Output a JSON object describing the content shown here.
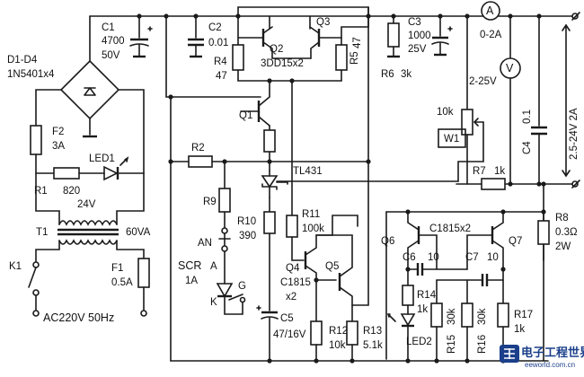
{
  "labels": {
    "c1": "C1",
    "c1_val": "4700",
    "c1_volt": "50V",
    "diodes": "D1-D4",
    "diodes_val": "1N5401x4",
    "c2": "C2",
    "c2_val": "0.01",
    "r4": "R4",
    "r4_val": "47",
    "q2": "Q2",
    "q3": "Q3",
    "q23_part": "3DD15x2",
    "r5": "R5",
    "r5_val": "47",
    "c3": "C3",
    "c3_val": "1000",
    "c3_volt": "25V",
    "r6": "R6",
    "r6_val": "3k",
    "ammeter": "A",
    "ammeter_range": "0-2A",
    "voltmeter": "V",
    "voltmeter_range": "2-25V",
    "f2": "F2",
    "f2_val": "3A",
    "led1": "LED1",
    "r1": "R1",
    "r1_val": "820",
    "q1": "Q1",
    "r2": "R2",
    "w1_val": "10k",
    "w1": "W1",
    "c4": "C4",
    "c4_val": "0.1",
    "out_range": "2.5-24V  2A",
    "tl431": "TL431",
    "r7": "R7",
    "r7_val": "1k",
    "sec_volt": "24V",
    "t1": "T1",
    "t1_val": "60VA",
    "r9": "R9",
    "r10": "R10",
    "r10_val": "390",
    "r11": "R11",
    "r11_val": "100k",
    "q67_part": "C1815x2",
    "r8": "R8",
    "r8_val": "0.3Ω",
    "r8_watt": "2W",
    "an": "AN",
    "k1": "K1",
    "f1": "F1",
    "f1_val": "0.5A",
    "q4": "Q4",
    "q4_part": "C1815",
    "q4_mult": "x2",
    "q5": "Q5",
    "q6": "Q6",
    "q7": "Q7",
    "c6": "C6",
    "c6_val": "10",
    "c7": "C7",
    "c7_val": "10",
    "scr": "SCR",
    "scr_val": "1A",
    "scr_a": "A",
    "scr_g": "G",
    "scr_k": "K",
    "r14": "R14",
    "r14_val": "1k",
    "r15": "R15",
    "r15_val": "30k",
    "r16": "R16",
    "r16_val": "30k",
    "r17": "R17",
    "r17_val": "1k",
    "c5": "C5",
    "c5_val": "47/16V",
    "r12": "R12",
    "r12_val": "10k",
    "r13": "R13",
    "r13_val": "5.1k",
    "led2": "LED2",
    "mains": "AC220V  50Hz"
  },
  "watermark": {
    "line1": "电子工程世界",
    "line2": "eeworld.com.cn"
  }
}
